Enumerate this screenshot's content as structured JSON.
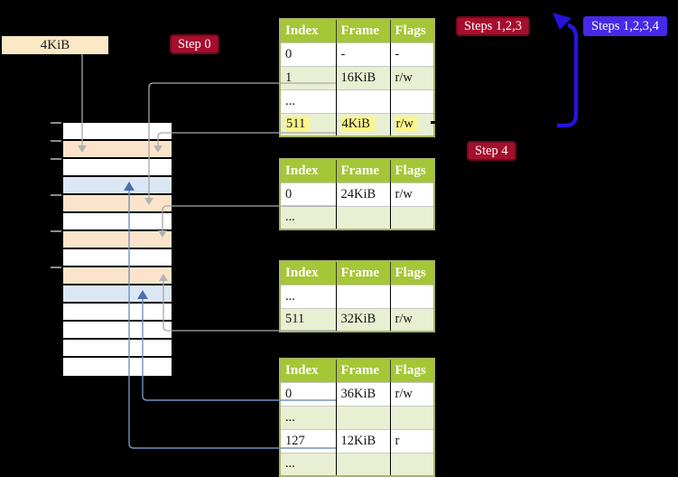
{
  "labels": {
    "frame_size": "4KiB",
    "step0": "Step 0",
    "steps123": "Steps 1,2,3",
    "steps1234": "Steps 1,2,3,4",
    "step4": "Step 4"
  },
  "memory": {
    "rows": [
      "white",
      "peach",
      "white",
      "blue",
      "peach",
      "white",
      "peach",
      "white",
      "peach",
      "blue",
      "white",
      "white",
      "white",
      "white"
    ],
    "tick_rows": [
      0,
      1,
      2,
      4,
      6,
      8
    ]
  },
  "tables": [
    {
      "name": "page-table-level-1",
      "headers": [
        "Index",
        "Frame",
        "Flags"
      ],
      "rows": [
        {
          "cells": [
            "0",
            "-",
            "-"
          ],
          "shade": false,
          "highlight": false
        },
        {
          "cells": [
            "1",
            "16KiB",
            "r/w"
          ],
          "shade": true,
          "highlight": false
        },
        {
          "cells": [
            "...",
            "",
            ""
          ],
          "shade": false,
          "highlight": false
        },
        {
          "cells": [
            "511",
            "4KiB",
            "r/w"
          ],
          "shade": true,
          "highlight": true
        }
      ]
    },
    {
      "name": "page-table-level-2",
      "headers": [
        "Index",
        "Frame",
        "Flags"
      ],
      "rows": [
        {
          "cells": [
            "0",
            "24KiB",
            "r/w"
          ],
          "shade": false,
          "highlight": false
        },
        {
          "cells": [
            "...",
            "",
            ""
          ],
          "shade": true,
          "highlight": false
        }
      ]
    },
    {
      "name": "page-table-level-3",
      "headers": [
        "Index",
        "Frame",
        "Flags"
      ],
      "rows": [
        {
          "cells": [
            "...",
            "",
            ""
          ],
          "shade": false,
          "highlight": false
        },
        {
          "cells": [
            "511",
            "32KiB",
            "r/w"
          ],
          "shade": true,
          "highlight": false
        }
      ]
    },
    {
      "name": "page-table-level-4",
      "headers": [
        "Index",
        "Frame",
        "Flags"
      ],
      "rows": [
        {
          "cells": [
            "0",
            "36KiB",
            "r/w"
          ],
          "shade": false,
          "highlight": false
        },
        {
          "cells": [
            "...",
            "",
            ""
          ],
          "shade": true,
          "highlight": false
        },
        {
          "cells": [
            "127",
            "12KiB",
            "r"
          ],
          "shade": false,
          "highlight": false
        },
        {
          "cells": [
            "...",
            "",
            ""
          ],
          "shade": true,
          "highlight": false
        }
      ]
    }
  ],
  "connections": [
    {
      "from": "4KiB-label",
      "to": "memory-frame-4KiB"
    },
    {
      "from": "table1-index-1-frame-16KiB",
      "to": "memory-frame-16KiB"
    },
    {
      "from": "table1-index-511-frame-4KiB",
      "to": "memory-frame-4KiB"
    },
    {
      "from": "table2-index-0-frame-24KiB",
      "to": "memory-frame-24KiB"
    },
    {
      "from": "table3-index-511-frame-32KiB",
      "to": "memory-frame-32KiB"
    },
    {
      "from": "table4-index-0-frame-36KiB",
      "to": "memory-frame-36KiB"
    },
    {
      "from": "table4-index-127-frame-12KiB",
      "to": "memory-frame-12KiB"
    },
    {
      "from": "loop-arrow-bottom",
      "to": "steps-1-2-3-badge"
    }
  ],
  "colors": {
    "crimson": "#A50E2D",
    "crimsonDark": "#6E0A1E",
    "badgeBlue": "#4729E8",
    "loopBlue": "#2614DB",
    "headGreen": "#A5C637",
    "shade": "#E9EFD2",
    "olive": "#A9B564",
    "peach": "#FCE4CB",
    "lblue": "#DCE7F5",
    "wheat": "#FAE9C4",
    "hlYellow": "#FBF58B",
    "grayLine": "#A8A8A8",
    "steelBlue": "#7193C4",
    "steelBlueDark": "#4E6FAD"
  }
}
